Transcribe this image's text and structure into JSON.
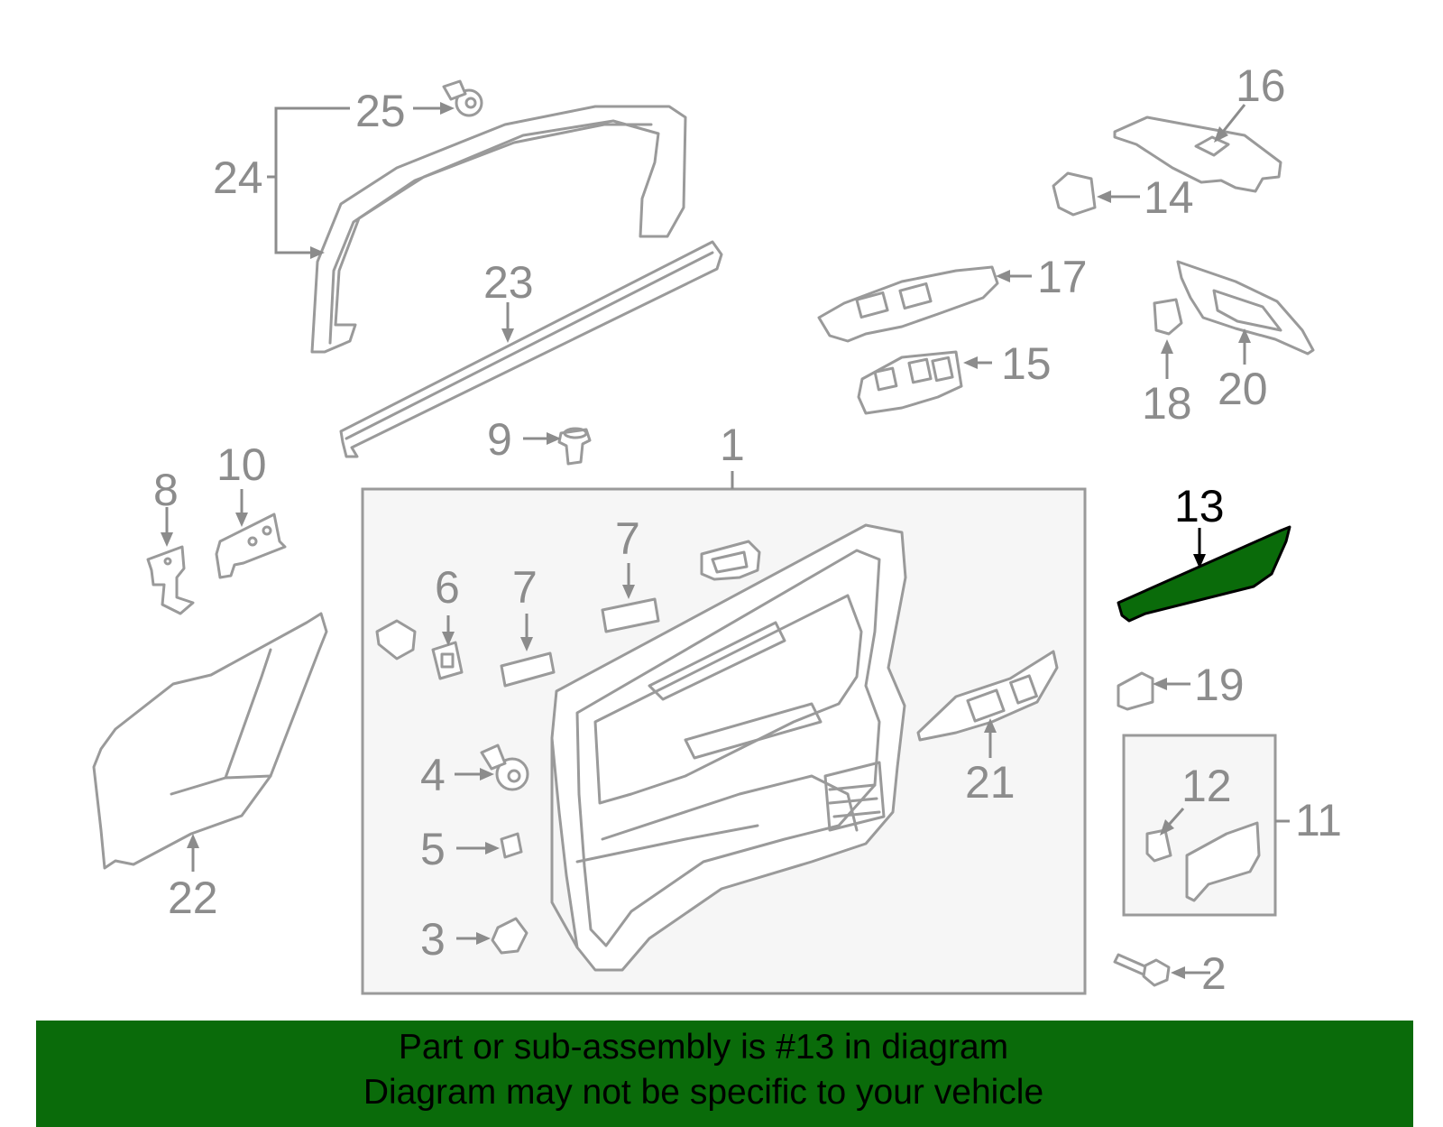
{
  "callouts": [
    {
      "id": "1",
      "label": "1"
    },
    {
      "id": "2",
      "label": "2"
    },
    {
      "id": "3",
      "label": "3"
    },
    {
      "id": "4",
      "label": "4"
    },
    {
      "id": "5",
      "label": "5"
    },
    {
      "id": "6",
      "label": "6"
    },
    {
      "id": "7a",
      "label": "7"
    },
    {
      "id": "7b",
      "label": "7"
    },
    {
      "id": "8",
      "label": "8"
    },
    {
      "id": "9",
      "label": "9"
    },
    {
      "id": "10",
      "label": "10"
    },
    {
      "id": "11",
      "label": "11"
    },
    {
      "id": "12",
      "label": "12"
    },
    {
      "id": "13",
      "label": "13",
      "highlighted": true
    },
    {
      "id": "14",
      "label": "14"
    },
    {
      "id": "15",
      "label": "15"
    },
    {
      "id": "16",
      "label": "16"
    },
    {
      "id": "17",
      "label": "17"
    },
    {
      "id": "18",
      "label": "18"
    },
    {
      "id": "19",
      "label": "19"
    },
    {
      "id": "20",
      "label": "20"
    },
    {
      "id": "21",
      "label": "21"
    },
    {
      "id": "22",
      "label": "22"
    },
    {
      "id": "23",
      "label": "23"
    },
    {
      "id": "24",
      "label": "24"
    },
    {
      "id": "25",
      "label": "25"
    }
  ],
  "banner": {
    "line1": "Part or sub-assembly is #13 in diagram",
    "line2": "Diagram may not be specific to your vehicle"
  },
  "colors": {
    "highlight_part": "#0a6b0a",
    "banner_bg": "#0a6b0a",
    "line_gray": "#9a9a9a",
    "label_gray": "#8c8c8c"
  }
}
